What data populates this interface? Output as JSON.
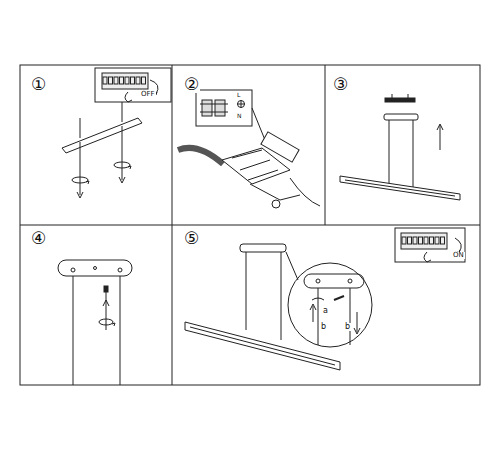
{
  "diagram": {
    "labels": [
      "①",
      "OFF",
      "②",
      "N",
      "L",
      "③",
      "④",
      "⑤",
      "ON",
      "a",
      "b",
      "b"
    ]
  }
}
